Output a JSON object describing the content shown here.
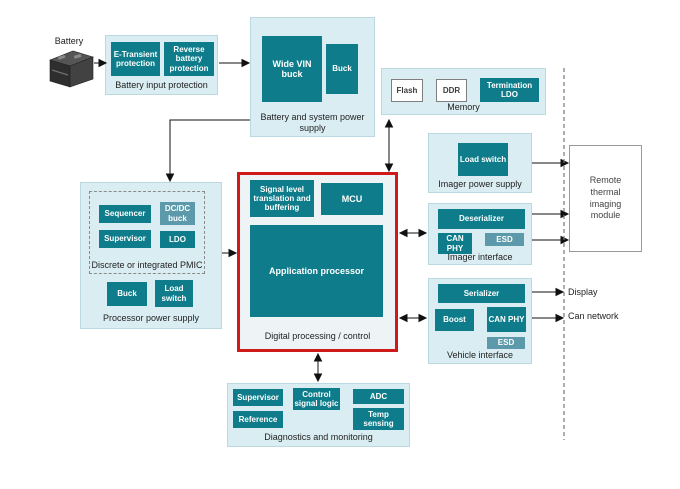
{
  "colors": {
    "teal": "#0e7c8a",
    "teal_light": "#5b99ab",
    "container_bg": "#daedf2",
    "red_frame": "#cf1a1a",
    "arrow": "#111111"
  },
  "battery": {
    "label": "Battery"
  },
  "battery_input": {
    "label": "Battery input protection",
    "e_transient": "E-Transient protection",
    "reverse": "Reverse battery protection"
  },
  "system_power": {
    "label": "Battery and system power supply",
    "wide_vin": "Wide VIN buck",
    "buck": "Buck"
  },
  "memory": {
    "label": "Memory",
    "flash": "Flash",
    "ddr": "DDR",
    "term_ldo": "Termination LDO"
  },
  "imager_power": {
    "label": "Imager power supply",
    "load_switch": "Load switch"
  },
  "imager_interface": {
    "label": "Imager interface",
    "deserializer": "Deserializer",
    "can_phy": "CAN PHY",
    "esd": "ESD"
  },
  "vehicle_interface": {
    "label": "Vehicle interface",
    "serializer": "Serializer",
    "boost": "Boost",
    "can_phy": "CAN PHY",
    "esd": "ESD"
  },
  "digital": {
    "label": "Digital processing / control",
    "signal": "Signal level translation and buffering",
    "mcu": "MCU",
    "app_processor": "Application processor"
  },
  "processor_power": {
    "label": "Processor power supply",
    "pmic_label": "Discrete or integrated PMIC",
    "sequencer": "Sequencer",
    "dcdc_buck": "DC/DC buck",
    "supervisor": "Supervisor",
    "ldo": "LDO",
    "buck": "Buck",
    "load_switch": "Load switch"
  },
  "diagnostics": {
    "label": "Diagnostics and monitoring",
    "supervisor": "Supervisor",
    "reference": "Reference",
    "control_logic": "Control signal logic",
    "adc": "ADC",
    "temp": "Temp sensing"
  },
  "remote_module": {
    "label": "Remote thermal imaging module"
  },
  "outputs": {
    "display": "Display",
    "can_network": "Can network"
  }
}
